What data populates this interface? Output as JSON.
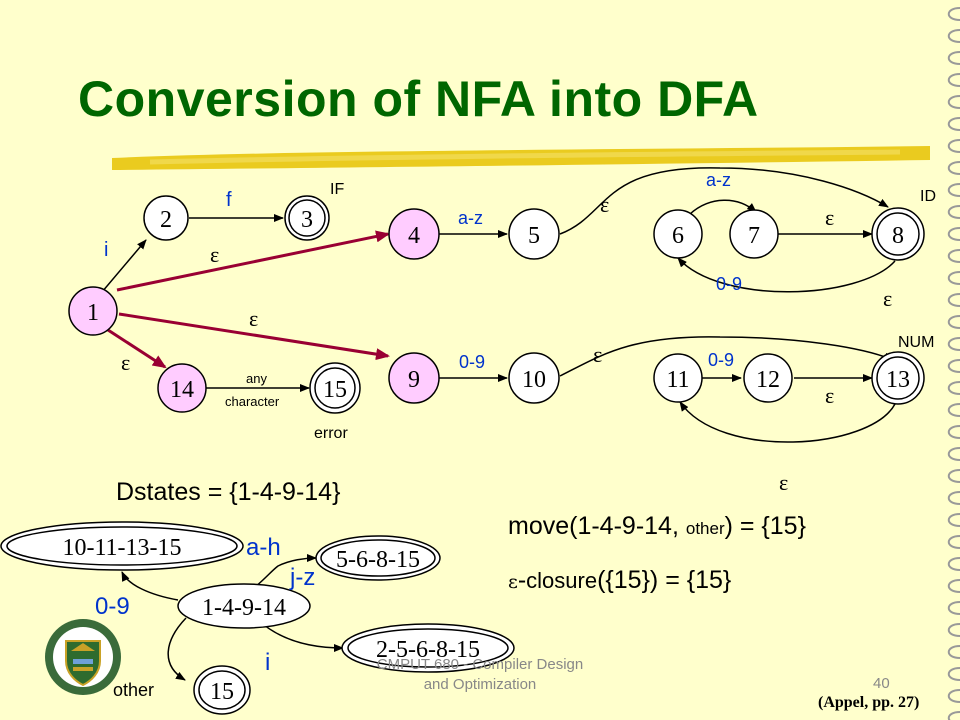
{
  "slide": {
    "title": "Conversion of NFA into DFA",
    "footer_line1": "CMPUT 680 - Compiler Design",
    "footer_line2": "and Optimization",
    "page_number": "40",
    "citation": "(Appel, pp. 27)"
  },
  "nfa": {
    "states": [
      {
        "id": "1",
        "fill": "#ffccff"
      },
      {
        "id": "2",
        "fill": "#ffffff"
      },
      {
        "id": "3",
        "fill": "#ffffff",
        "accepting": true
      },
      {
        "id": "4",
        "fill": "#ffccff"
      },
      {
        "id": "5",
        "fill": "#ffffff"
      },
      {
        "id": "6",
        "fill": "#ffffff"
      },
      {
        "id": "7",
        "fill": "#ffffff"
      },
      {
        "id": "8",
        "fill": "#ffffff",
        "accepting": true
      },
      {
        "id": "9",
        "fill": "#ffccff"
      },
      {
        "id": "10",
        "fill": "#ffffff"
      },
      {
        "id": "11",
        "fill": "#ffffff"
      },
      {
        "id": "12",
        "fill": "#ffffff"
      },
      {
        "id": "13",
        "fill": "#ffffff",
        "accepting": true
      },
      {
        "id": "14",
        "fill": "#ffccff"
      },
      {
        "id": "15",
        "fill": "#ffffff",
        "accepting": true
      }
    ],
    "edge_labels": {
      "i": "i",
      "f": "f",
      "eps": "ε",
      "az": "a-z",
      "d09": "0-9",
      "any": "any",
      "character": "character"
    },
    "tokens": {
      "if": "IF",
      "id": "ID",
      "num": "NUM",
      "error": "error"
    }
  },
  "dfa": {
    "dstates_text": "Dstates = {1-4-9-14}",
    "states": {
      "s1": "10-11-13-15",
      "s2": "5-6-8-15",
      "s3": "1-4-9-14",
      "s4": "2-5-6-8-15",
      "s5": "15"
    },
    "edge_labels": {
      "ah": "a-h",
      "jz": "j-z",
      "d09": "0-9",
      "i": "i",
      "other": "other"
    }
  },
  "move": {
    "prefix": "move(1-4-9-14, ",
    "arg": "other",
    "suffix": ") = {15}"
  },
  "closure": {
    "eps": "ε",
    "dash": "-",
    "name": "closure",
    "rest": "({15}) = {15}"
  },
  "colors": {
    "background": "#ffffcc",
    "title": "#006600",
    "label_blue": "#0033cc",
    "state_pink": "#ffccff",
    "arrow_dark": "#990033",
    "highlight": "#e6c200"
  },
  "logo": "university-of-alberta-crest"
}
